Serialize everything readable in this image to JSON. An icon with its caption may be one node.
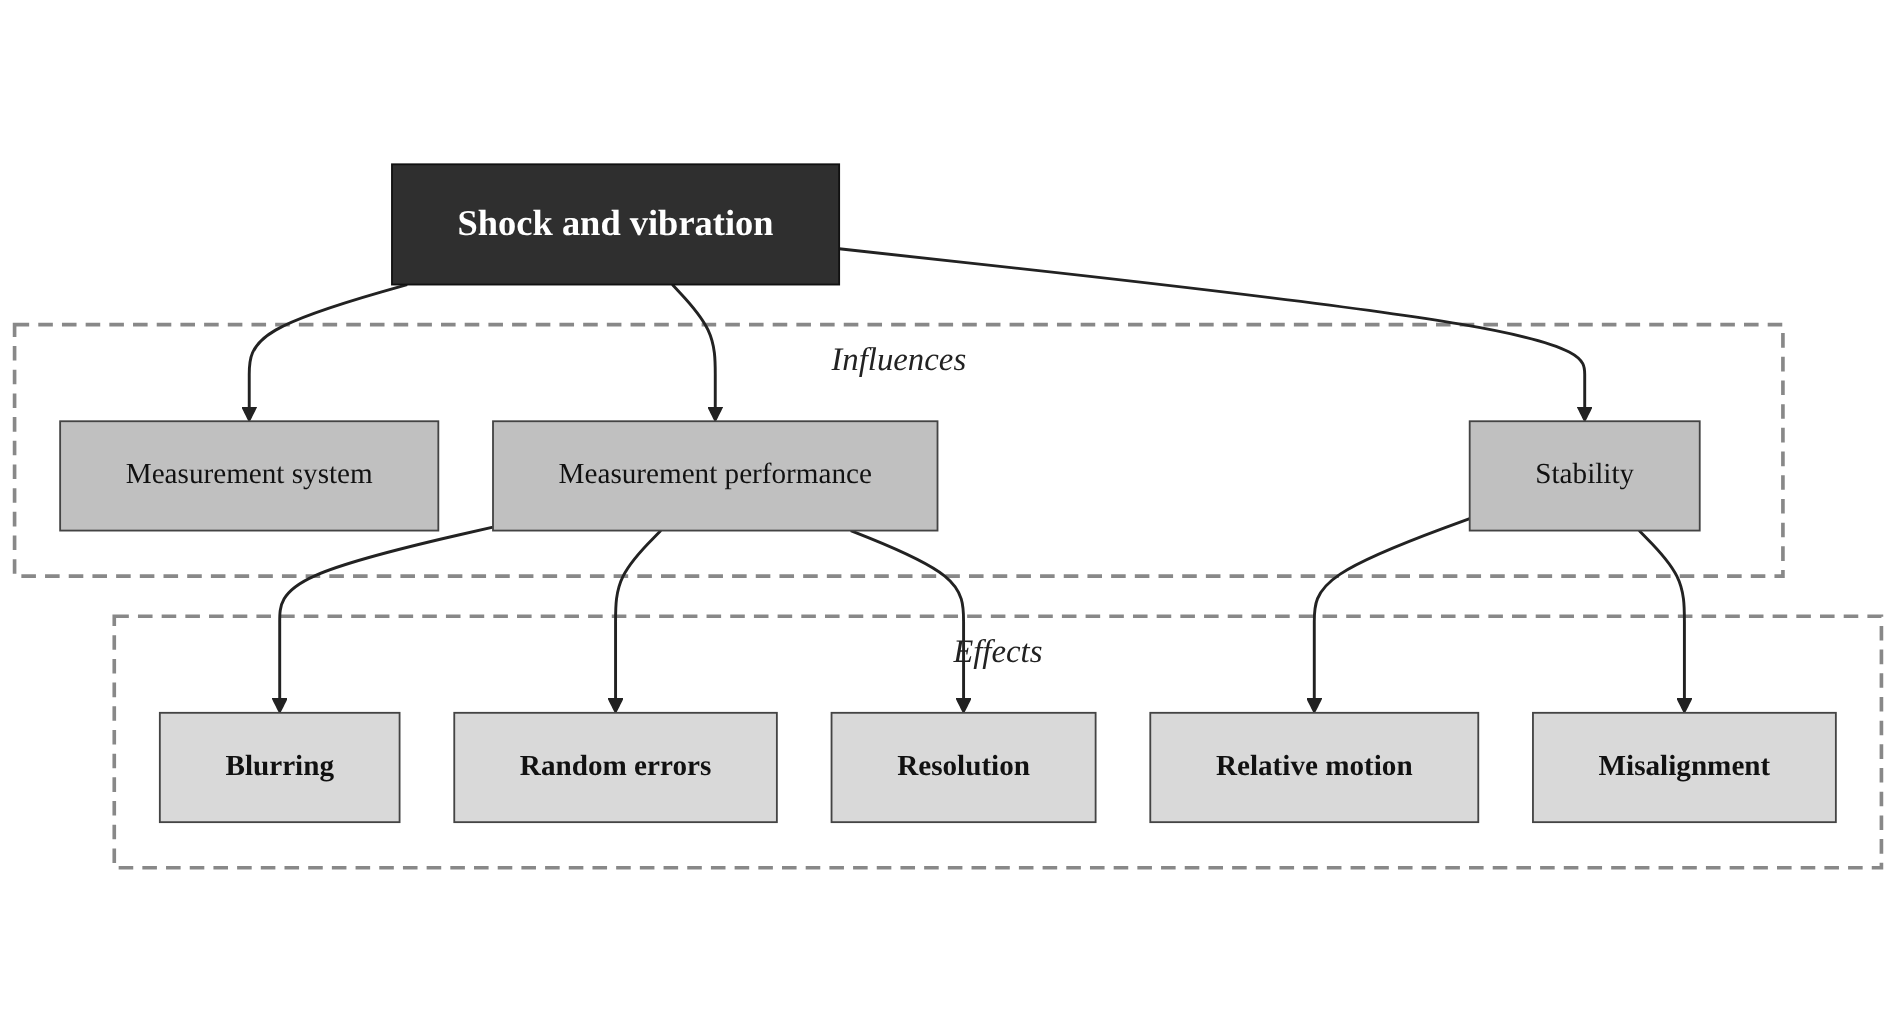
{
  "diagram": {
    "nodes": [
      {
        "text": [
          "Shock and vibration"
        ]
      },
      {
        "text": [
          "Influences"
        ]
      },
      {
        "text": [
          "Measurement system"
        ],
        "in": 1
      },
      {
        "text": [
          "Measurement performance"
        ],
        "in": 1
      },
      {
        "text": [
          "Stability"
        ],
        "in": 1
      },
      {
        "text": [
          "Effects"
        ]
      },
      {
        "text": [
          "Blurring"
        ],
        "in": 5
      },
      {
        "text": [
          "Random errors"
        ],
        "in": 5
      },
      {
        "text": [
          "Resolution"
        ],
        "in": 5
      },
      {
        "text": [
          "Relative motion"
        ],
        "in": 5
      },
      {
        "text": [
          "Misalignment"
        ],
        "in": 5
      }
    ],
    "edges": [
      {
        "from": 0,
        "to": 2,
        "arrow": "to"
      },
      {
        "from": 0,
        "to": 3,
        "arrow": "to"
      },
      {
        "from": 0,
        "to": 4,
        "arrow": "to"
      },
      {
        "from": 3,
        "to": 6,
        "arrow": "to"
      },
      {
        "from": 3,
        "to": 7,
        "arrow": "to"
      },
      {
        "from": 3,
        "to": 8,
        "arrow": "to"
      },
      {
        "from": 4,
        "to": 9,
        "arrow": "to"
      },
      {
        "from": 4,
        "to": 10,
        "arrow": "to"
      }
    ]
  }
}
